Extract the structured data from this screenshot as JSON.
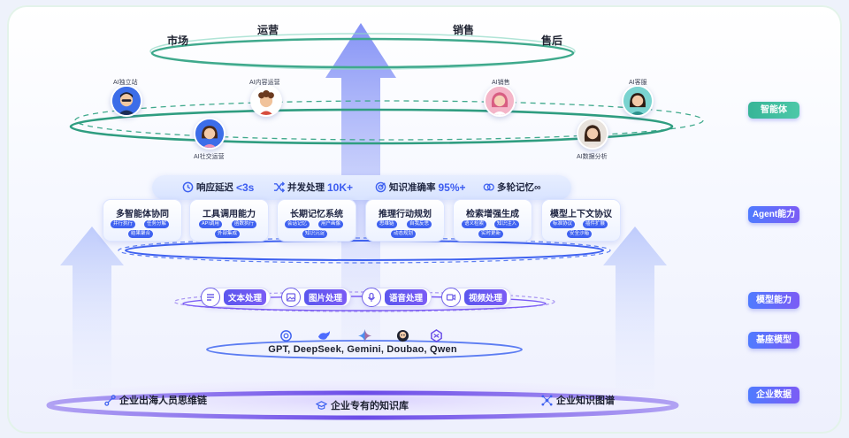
{
  "market_labels": {
    "market": "市场",
    "operations": "运营",
    "sales": "销售",
    "after_sales": "售后"
  },
  "agents": [
    {
      "name": "AI独立站",
      "icon": "man-avatar-icon"
    },
    {
      "name": "AI内容运营",
      "icon": "curly-boy-avatar-icon"
    },
    {
      "name": "AI社交运营",
      "icon": "girl-avatar-icon"
    },
    {
      "name": "AI销售",
      "icon": "pink-hair-avatar-icon"
    },
    {
      "name": "AI客服",
      "icon": "woman-avatar-icon"
    },
    {
      "name": "AI数据分析",
      "icon": "brown-hair-avatar-icon"
    }
  ],
  "metrics": [
    {
      "label": "响应延迟",
      "value": "<3s",
      "icon": "clock-icon"
    },
    {
      "label": "并发处理",
      "value": "10K+",
      "icon": "shuffle-icon"
    },
    {
      "label": "知识准确率",
      "value": "95%+",
      "icon": "target-icon"
    },
    {
      "label": "多轮记忆∞",
      "value": "",
      "icon": "chat-icon"
    }
  ],
  "capabilities": [
    {
      "title": "多智能体协同",
      "tags": [
        "并行执行",
        "任务分解",
        "结果聚合"
      ]
    },
    {
      "title": "工具调用能力",
      "tags": [
        "API调用",
        "函数执行",
        "外部集成"
      ]
    },
    {
      "title": "长期记忆系统",
      "tags": [
        "会话记忆",
        "用户画像",
        "知识沉淀"
      ]
    },
    {
      "title": "推理行动规划",
      "tags": [
        "思维链",
        "自我反思",
        "动态规划"
      ]
    },
    {
      "title": "检索增强生成",
      "tags": [
        "语义检索",
        "知识注入",
        "实时更新"
      ]
    },
    {
      "title": "模型上下文协议",
      "tags": [
        "标准协议",
        "插件扩展",
        "安全沙箱"
      ]
    }
  ],
  "model_abilities": [
    {
      "label": "文本处理",
      "icon": "text-processing-icon"
    },
    {
      "label": "图片处理",
      "icon": "image-processing-icon"
    },
    {
      "label": "语音处理",
      "icon": "voice-processing-icon"
    },
    {
      "label": "视频处理",
      "icon": "video-processing-icon"
    }
  ],
  "base_models": {
    "text": "GPT, DeepSeek, Gemini, Doubao, Qwen",
    "logos": [
      "gpt-logo-icon",
      "deepseek-logo-icon",
      "gemini-logo-icon",
      "doubao-logo-icon",
      "qwen-logo-icon"
    ]
  },
  "enterprise_data": [
    {
      "label": "企业出海人员思维链",
      "icon": "chain-icon"
    },
    {
      "label": "企业专有的知识库",
      "icon": "graduation-cap-icon"
    },
    {
      "label": "企业知识图谱",
      "icon": "graph-icon"
    }
  ],
  "layers": {
    "agents": "智能体",
    "agent_ability": "Agent能力",
    "model_ability": "模型能力",
    "base_model": "基座模型",
    "enterprise_data": "企业数据"
  },
  "colors": {
    "accent_blue": "#3f62f0",
    "accent_purple": "#7b5cf5",
    "accent_green": "#37b597"
  }
}
